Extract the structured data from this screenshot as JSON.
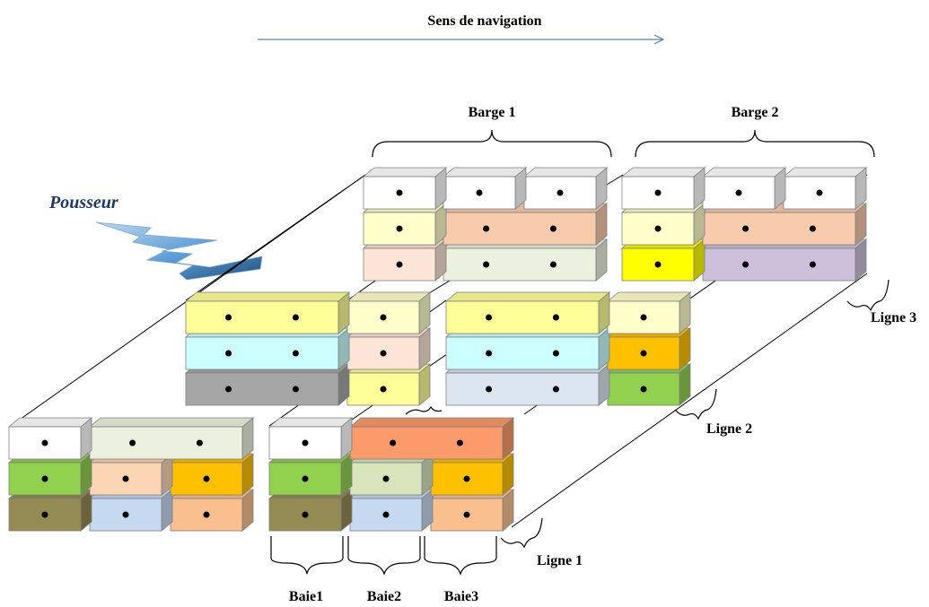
{
  "labels": {
    "direction": "Sens de navigation",
    "pusher": "Pousseur",
    "barges": [
      "Barge 1",
      "Barge 2"
    ],
    "lines": [
      "Ligne 1",
      "Ligne 2",
      "Ligne 3"
    ],
    "bays": [
      "Baie1",
      "Baie2",
      "Baie3"
    ]
  },
  "colors": {
    "arrow": "#4f81bd",
    "pusher": "#1f3864",
    "lightning_light": "#9dc3e6",
    "lightning_dark": "#2e75b6"
  },
  "containers": [
    {
      "row": "L3",
      "col": 0,
      "tier": 0,
      "span": 1,
      "color": "#fce4d6",
      "dots": 1
    },
    {
      "row": "L3",
      "col": 1,
      "tier": 0,
      "span": 2,
      "color": "#ebf1de",
      "dots": 2
    },
    {
      "row": "L3",
      "col": 3,
      "tier": 0,
      "span": 1,
      "color": "#ffff00",
      "dots": 1
    },
    {
      "row": "L3",
      "col": 4,
      "tier": 0,
      "span": 2,
      "color": "#ccc0da",
      "dots": 2
    },
    {
      "row": "L3",
      "col": 0,
      "tier": 1,
      "span": 1,
      "color": "#ffffcc",
      "dots": 1
    },
    {
      "row": "L3",
      "col": 1,
      "tier": 1,
      "span": 2,
      "color": "#f8cbad",
      "dots": 2
    },
    {
      "row": "L3",
      "col": 3,
      "tier": 1,
      "span": 1,
      "color": "#ffffcc",
      "dots": 1
    },
    {
      "row": "L3",
      "col": 4,
      "tier": 1,
      "span": 2,
      "color": "#f8cbad",
      "dots": 2
    },
    {
      "row": "L3",
      "col": 0,
      "tier": 2,
      "span": 1,
      "color": "#ffffff",
      "dots": 1
    },
    {
      "row": "L3",
      "col": 1,
      "tier": 2,
      "span": 1,
      "color": "#ffffff",
      "dots": 1
    },
    {
      "row": "L3",
      "col": 2,
      "tier": 2,
      "span": 1,
      "color": "#ffffff",
      "dots": 1
    },
    {
      "row": "L3",
      "col": 3,
      "tier": 2,
      "span": 1,
      "color": "#ffffff",
      "dots": 1
    },
    {
      "row": "L3",
      "col": 4,
      "tier": 2,
      "span": 1,
      "color": "#ffffff",
      "dots": 1
    },
    {
      "row": "L3",
      "col": 5,
      "tier": 2,
      "span": 1,
      "color": "#ffffff",
      "dots": 1
    },
    {
      "row": "L2",
      "col": 0,
      "tier": 0,
      "span": 2,
      "color": "#a6a6a6",
      "dots": 2
    },
    {
      "row": "L2",
      "col": 2,
      "tier": 0,
      "span": 1,
      "color": "#ffff99",
      "dots": 1
    },
    {
      "row": "L2",
      "col": 3,
      "tier": 0,
      "span": 2,
      "color": "#dce6f1",
      "dots": 2
    },
    {
      "row": "L2",
      "col": 5,
      "tier": 0,
      "span": 1,
      "color": "#92d050",
      "dots": 1
    },
    {
      "row": "L2",
      "col": 0,
      "tier": 1,
      "span": 2,
      "color": "#ccffff",
      "dots": 2
    },
    {
      "row": "L2",
      "col": 2,
      "tier": 1,
      "span": 1,
      "color": "#fce4d6",
      "dots": 1
    },
    {
      "row": "L2",
      "col": 3,
      "tier": 1,
      "span": 2,
      "color": "#ccffff",
      "dots": 2
    },
    {
      "row": "L2",
      "col": 5,
      "tier": 1,
      "span": 1,
      "color": "#ffc000",
      "dots": 1
    },
    {
      "row": "L2",
      "col": 0,
      "tier": 2,
      "span": 2,
      "color": "#ffff99",
      "dots": 2
    },
    {
      "row": "L2",
      "col": 2,
      "tier": 2,
      "span": 1,
      "color": "#ffffcc",
      "dots": 1
    },
    {
      "row": "L2",
      "col": 3,
      "tier": 2,
      "span": 2,
      "color": "#ffff99",
      "dots": 2
    },
    {
      "row": "L2",
      "col": 5,
      "tier": 2,
      "span": 1,
      "color": "#ffffcc",
      "dots": 1
    },
    {
      "row": "L1",
      "col": 0,
      "tier": 0,
      "span": 1,
      "color": "#948a54",
      "dots": 1
    },
    {
      "row": "L1",
      "col": 1,
      "tier": 0,
      "span": 1,
      "color": "#c5d9f1",
      "dots": 1
    },
    {
      "row": "L1",
      "col": 2,
      "tier": 0,
      "span": 1,
      "color": "#fabf8f",
      "dots": 1
    },
    {
      "row": "L1",
      "col": 3,
      "tier": 0,
      "span": 1,
      "color": "#948a54",
      "dots": 1
    },
    {
      "row": "L1",
      "col": 4,
      "tier": 0,
      "span": 1,
      "color": "#c5d9f1",
      "dots": 1
    },
    {
      "row": "L1",
      "col": 5,
      "tier": 0,
      "span": 1,
      "color": "#fabf8f",
      "dots": 1
    },
    {
      "row": "L1",
      "col": 0,
      "tier": 1,
      "span": 1,
      "color": "#92d050",
      "dots": 1
    },
    {
      "row": "L1",
      "col": 1,
      "tier": 1,
      "span": 1,
      "color": "#fcd5b4",
      "dots": 1
    },
    {
      "row": "L1",
      "col": 2,
      "tier": 1,
      "span": 1,
      "color": "#ffc000",
      "dots": 1
    },
    {
      "row": "L1",
      "col": 3,
      "tier": 1,
      "span": 1,
      "color": "#92d050",
      "dots": 1
    },
    {
      "row": "L1",
      "col": 4,
      "tier": 1,
      "span": 1,
      "color": "#d7e4bc",
      "dots": 1
    },
    {
      "row": "L1",
      "col": 5,
      "tier": 1,
      "span": 1,
      "color": "#ffc000",
      "dots": 1
    },
    {
      "row": "L1",
      "col": 0,
      "tier": 2,
      "span": 1,
      "color": "#ffffff",
      "dots": 1
    },
    {
      "row": "L1",
      "col": 1,
      "tier": 2,
      "span": 2,
      "color": "#ebf1de",
      "dots": 2
    },
    {
      "row": "L1",
      "col": 3,
      "tier": 2,
      "span": 1,
      "color": "#ffffff",
      "dots": 1
    },
    {
      "row": "L1",
      "col": 4,
      "tier": 2,
      "span": 2,
      "color": "#fb9a6b",
      "dots": 2
    }
  ]
}
